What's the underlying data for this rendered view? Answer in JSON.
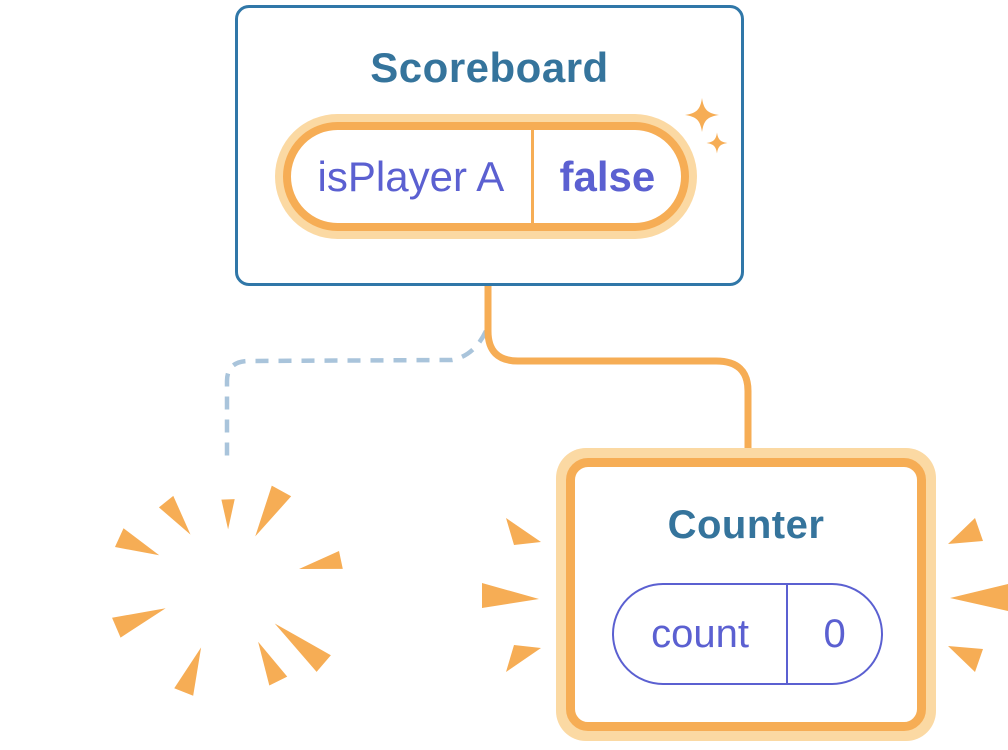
{
  "scoreboard": {
    "title": "Scoreboard",
    "state": {
      "label": "isPlayer A",
      "value": "false"
    },
    "highlighted": true
  },
  "counter": {
    "title": "Counter",
    "state": {
      "label": "count",
      "value": "0"
    },
    "highlighted": true
  },
  "icons": {
    "sparkles": "sparkles-icon",
    "poof_burst": "poof-burst-icon",
    "emphasis_left": "emphasis-burst-left-icon",
    "emphasis_right": "emphasis-burst-right-icon"
  },
  "colors": {
    "highlight_orange": "#F6AD55",
    "highlight_halo": "#FBD9A3",
    "state_purple": "#5B60D1",
    "component_blue": "#35749C",
    "card_border_blue": "#3077A8",
    "dashed_connector_blue": "#A9C4DB",
    "card_background": "#FFFFFF"
  }
}
